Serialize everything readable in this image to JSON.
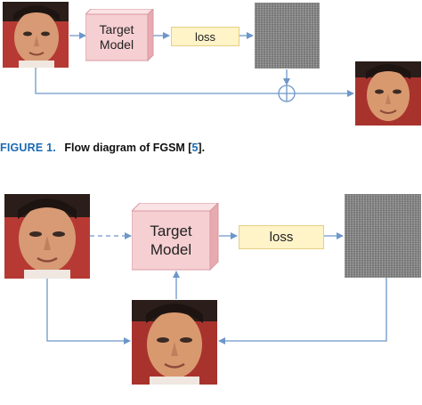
{
  "figure1": {
    "model_line1": "Target",
    "model_line2": "Model",
    "loss_label": "loss"
  },
  "caption": {
    "label": "FIGURE 1.",
    "text": "Flow diagram of FGSM [",
    "ref": "5",
    "text_end": "]."
  },
  "figure2": {
    "model_line1": "Target",
    "model_line2": "Model",
    "loss_label": "loss"
  },
  "colors": {
    "arrow": "#6d97c9",
    "cube_front": "#f6cfd2",
    "cube_top": "#fbe3e5",
    "cube_side": "#e7aab0",
    "loss_fill": "#fff3c8",
    "noise": "#8a8a8a",
    "caption_blue": "#1a6bb3"
  }
}
